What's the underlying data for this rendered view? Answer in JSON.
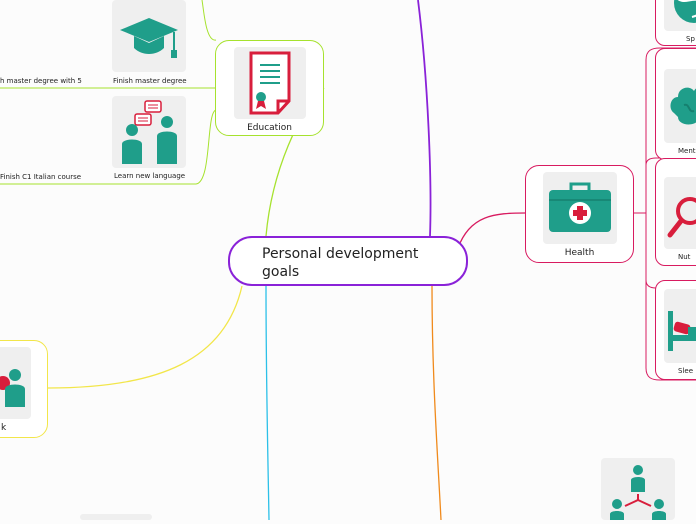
{
  "central": {
    "title": "Personal development goals",
    "color": "#8a22d8"
  },
  "branches": {
    "education": {
      "label": "Education",
      "color": "#a6e22e",
      "icon": "certificate-icon"
    },
    "health": {
      "label": "Health",
      "color": "#d81b60",
      "icon": "first-aid-kit-icon"
    },
    "work": {
      "label": "k",
      "color": "#f2e64a",
      "icon": "presentation-icon"
    }
  },
  "education_leaves": {
    "master_degree": {
      "label": "Finish master degree",
      "icon": "graduation-cap-icon"
    },
    "master_degree_detail": {
      "label": "h master degree with 5"
    },
    "language": {
      "label": "Learn new language",
      "icon": "conversation-icon"
    },
    "italian": {
      "label": "Finish C1 Italian course"
    }
  },
  "health_leaves": {
    "sport": {
      "label": "Sp",
      "icon": "globe-icon"
    },
    "mental": {
      "label": "Ment",
      "icon": "brain-icon"
    },
    "nutrition": {
      "label": "Nut",
      "icon": "magnifier-icon"
    },
    "sleep": {
      "label": "Slee",
      "icon": "bed-icon"
    }
  },
  "other_nodes": {
    "team": {
      "icon": "team-hierarchy-icon"
    },
    "bottom": {
      "icon": "partial-icon"
    }
  },
  "colors": {
    "purple": "#8a22d8",
    "green": "#a6e22e",
    "crimson": "#d81b60",
    "yellow": "#f2e64a",
    "orange": "#f08a1c",
    "cyan": "#2cc0e8",
    "teal": "#1f9e8a",
    "red": "#d81e3c"
  }
}
